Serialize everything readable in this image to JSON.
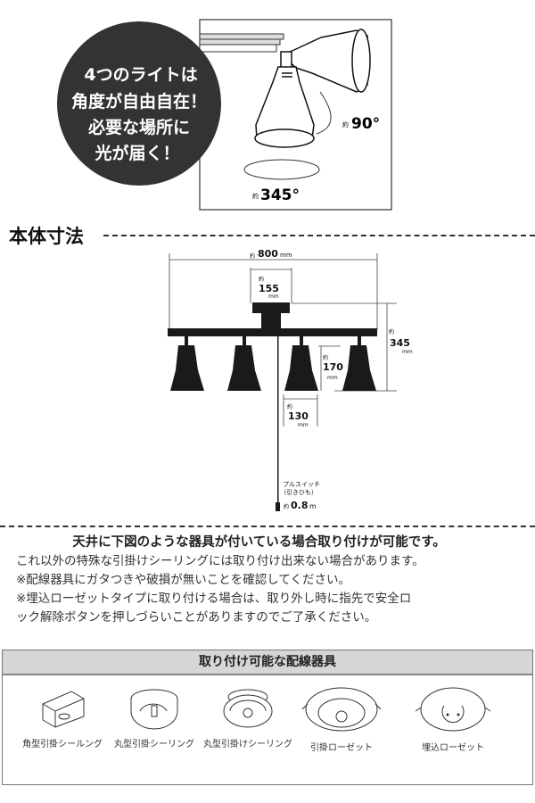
{
  "hero": {
    "bubble_lines": [
      "4つのライトは",
      "角度が自由自在！",
      "必要な場所に",
      "光が届く！"
    ],
    "tilt_prefix": "約",
    "tilt_value": "90°",
    "rotate_prefix": "約",
    "rotate_value": "345°"
  },
  "section_title": "本体寸法",
  "dimensions": {
    "approx": "約",
    "width": "800",
    "width_unit": "mm",
    "canopy": "155",
    "canopy_unit": "mm",
    "height": "345",
    "height_unit": "mm",
    "shade_height": "170",
    "shade_height_unit": "mm",
    "shade_width": "130",
    "shade_width_unit": "mm",
    "pull_switch_label": "プルスイッチ",
    "pull_switch_sub": "（引きひも）",
    "pull_length": "0.8",
    "pull_unit": "m"
  },
  "notes": {
    "heading": "天井に下図のような器具が付いている場合取り付けが可能です。",
    "lines": [
      "これ以外の特殊な引掛けシーリングには取り付け出来ない場合があります。",
      "※配線器具にガタつきや破損が無いことを確認してください。",
      "※埋込ローゼットタイプに取り付ける場合は、取り外し時に指先で安全ロ",
      "ック解除ボタンを押しづらいことがありますのでご了承ください。"
    ]
  },
  "fixtures": {
    "heading": "取り付け可能な配線器具",
    "items": [
      "角型引掛シールング",
      "丸型引掛シーリング",
      "丸型引掛けシーリング",
      "引掛ローゼット",
      "埋込ローゼット"
    ]
  }
}
